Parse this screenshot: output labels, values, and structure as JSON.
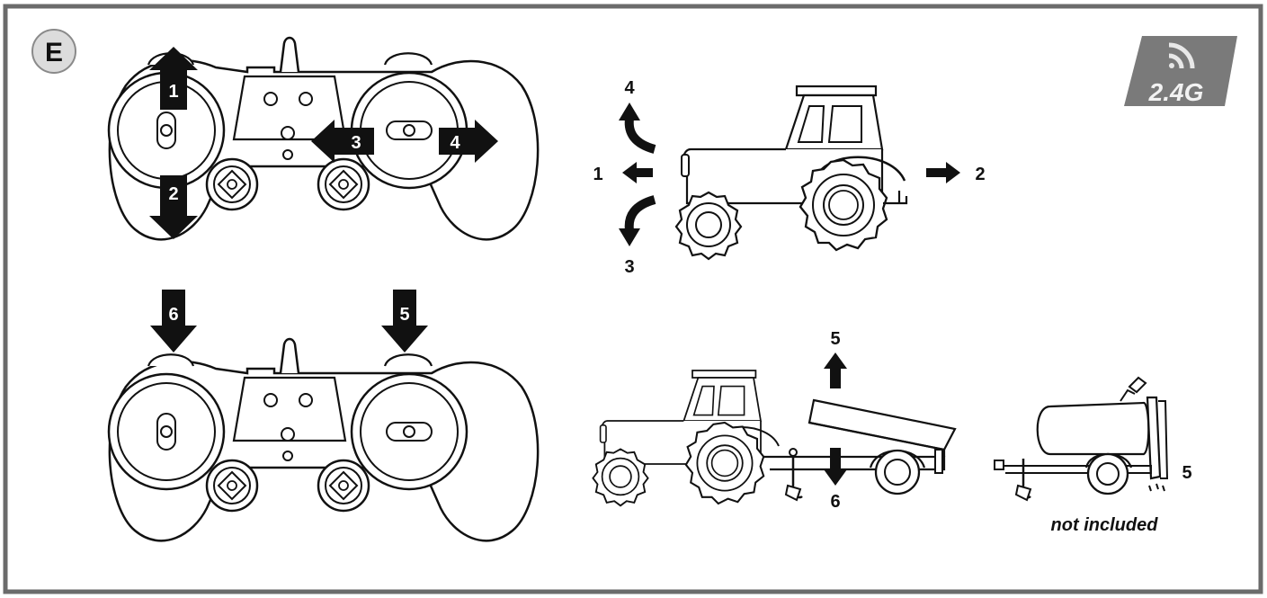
{
  "section_badge": "E",
  "logo_text": "2.4G",
  "controller_top": {
    "stick_up": "1",
    "stick_down": "2",
    "stick_left": "3",
    "stick_right": "4"
  },
  "controller_bottom": {
    "left_shoulder": "6",
    "right_shoulder": "5"
  },
  "tractor_moves": {
    "forward_left": "4",
    "forward": "1",
    "forward_right": "3",
    "reverse": "2"
  },
  "trailer_moves": {
    "tip_up": "5",
    "tip_down": "6"
  },
  "tanker": {
    "label": "5",
    "note": "not included"
  },
  "colors": {
    "line": "#111111",
    "frame": "#6b6b6b",
    "badge_bg": "#dcdcdc",
    "logo_bg": "#7a7a7a"
  }
}
